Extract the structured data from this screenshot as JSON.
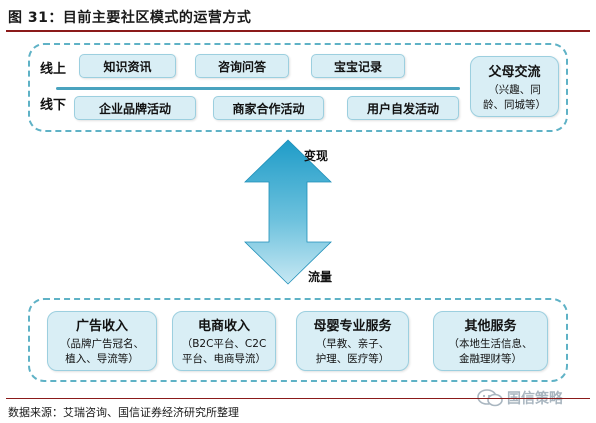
{
  "figure": {
    "title": "图 31：目前主要社区模式的运营方式"
  },
  "online_offline": {
    "online_label": "线上",
    "offline_label": "线下",
    "online_items": [
      "知识资讯",
      "咨询问答",
      "宝宝记录"
    ],
    "offline_items": [
      "企业品牌活动",
      "商家合作活动",
      "用户自发活动"
    ],
    "parent_exchange": {
      "line1": "父母交流",
      "line2": "（兴趣、同",
      "line3": "龄、同城等）"
    }
  },
  "arrow": {
    "top_label": "变现",
    "bottom_label": "流量"
  },
  "monetization": [
    {
      "title": "广告收入",
      "line1": "（品牌广告冠名、",
      "line2": "植入、导流等）"
    },
    {
      "title": "电商收入",
      "line1": "（B2C平台、C2C",
      "line2": "平台、电商导流）"
    },
    {
      "title": "母婴专业服务",
      "line1": "（早教、亲子、",
      "line2": "护理、医疗等）"
    },
    {
      "title": "其他服务",
      "line1": "（本地生活信息、",
      "line2": "金融理财等）"
    }
  ],
  "source": {
    "text": "数据来源：艾瑞咨询、国信证券经济研究所整理"
  },
  "watermark": {
    "text": "国信策略"
  },
  "colors": {
    "dash_border": "#5fb2c6",
    "pill_fill": "#d9eef5",
    "arrow_top": "#1f9cc8",
    "arrow_bottom": "#c7e8f3",
    "title_rule": "#8b1a1a"
  }
}
